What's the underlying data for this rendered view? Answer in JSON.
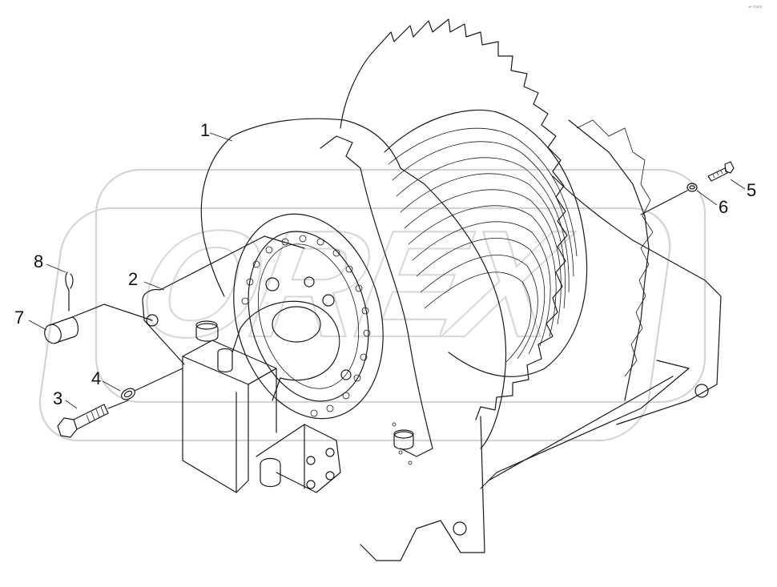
{
  "corner_mark": "⌐ ▭▭",
  "watermark": {
    "text": "OREX",
    "is_logo": true
  },
  "callouts": [
    {
      "id": "1",
      "label": "1"
    },
    {
      "id": "2",
      "label": "2"
    },
    {
      "id": "3",
      "label": "3"
    },
    {
      "id": "4",
      "label": "4"
    },
    {
      "id": "5",
      "label": "5"
    },
    {
      "id": "6",
      "label": "6"
    },
    {
      "id": "7",
      "label": "7"
    },
    {
      "id": "8",
      "label": "8"
    }
  ]
}
